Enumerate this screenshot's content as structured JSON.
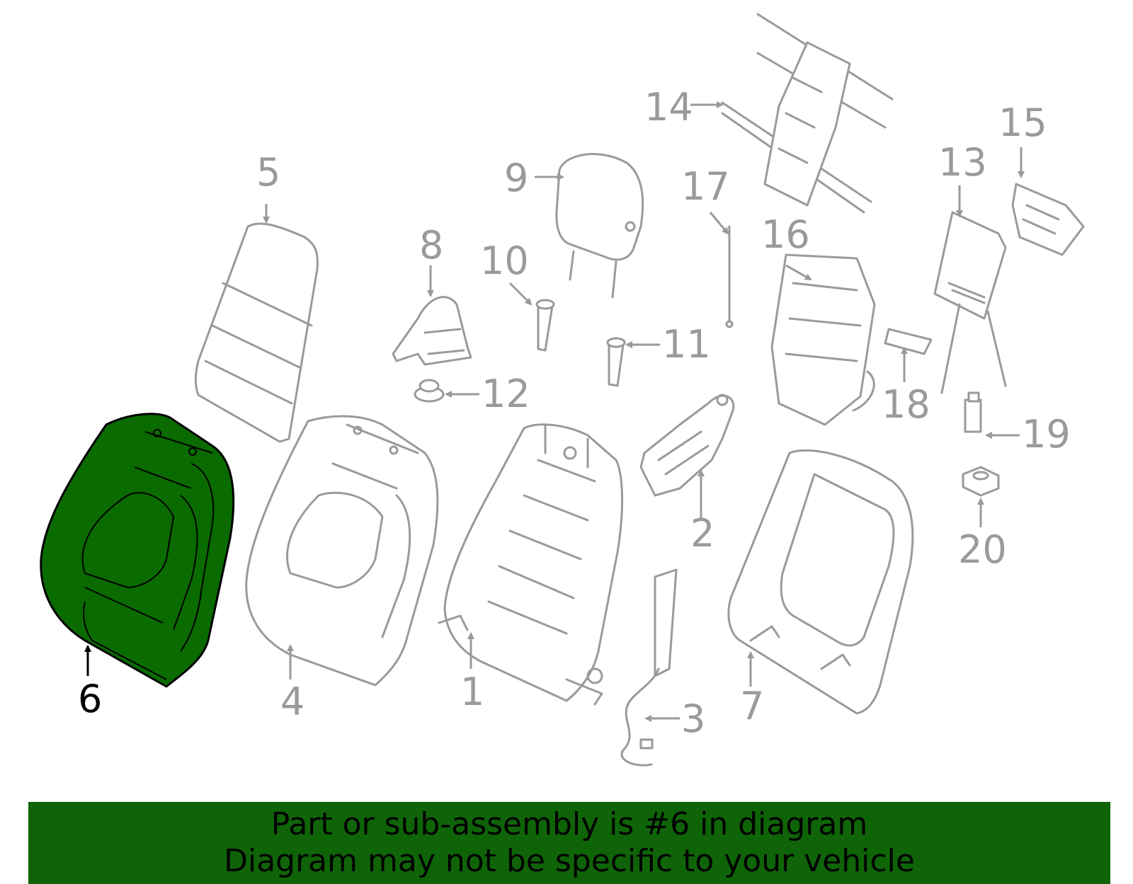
{
  "diagram": {
    "highlight_color": "#0a6b00",
    "line_color": "#9a9a9a",
    "highlighted_callout": "6",
    "callouts": {
      "c1": "1",
      "c2": "2",
      "c3": "3",
      "c4": "4",
      "c5": "5",
      "c6": "6",
      "c7": "7",
      "c8": "8",
      "c9": "9",
      "c10": "10",
      "c11": "11",
      "c12": "12",
      "c13": "13",
      "c14": "14",
      "c15": "15",
      "c16": "16",
      "c17": "17",
      "c18": "18",
      "c19": "19",
      "c20": "20"
    }
  },
  "banner": {
    "line1": "Part or sub-assembly is #6 in diagram",
    "line2": "Diagram may not be specific to your vehicle",
    "background": "#0f6408"
  }
}
